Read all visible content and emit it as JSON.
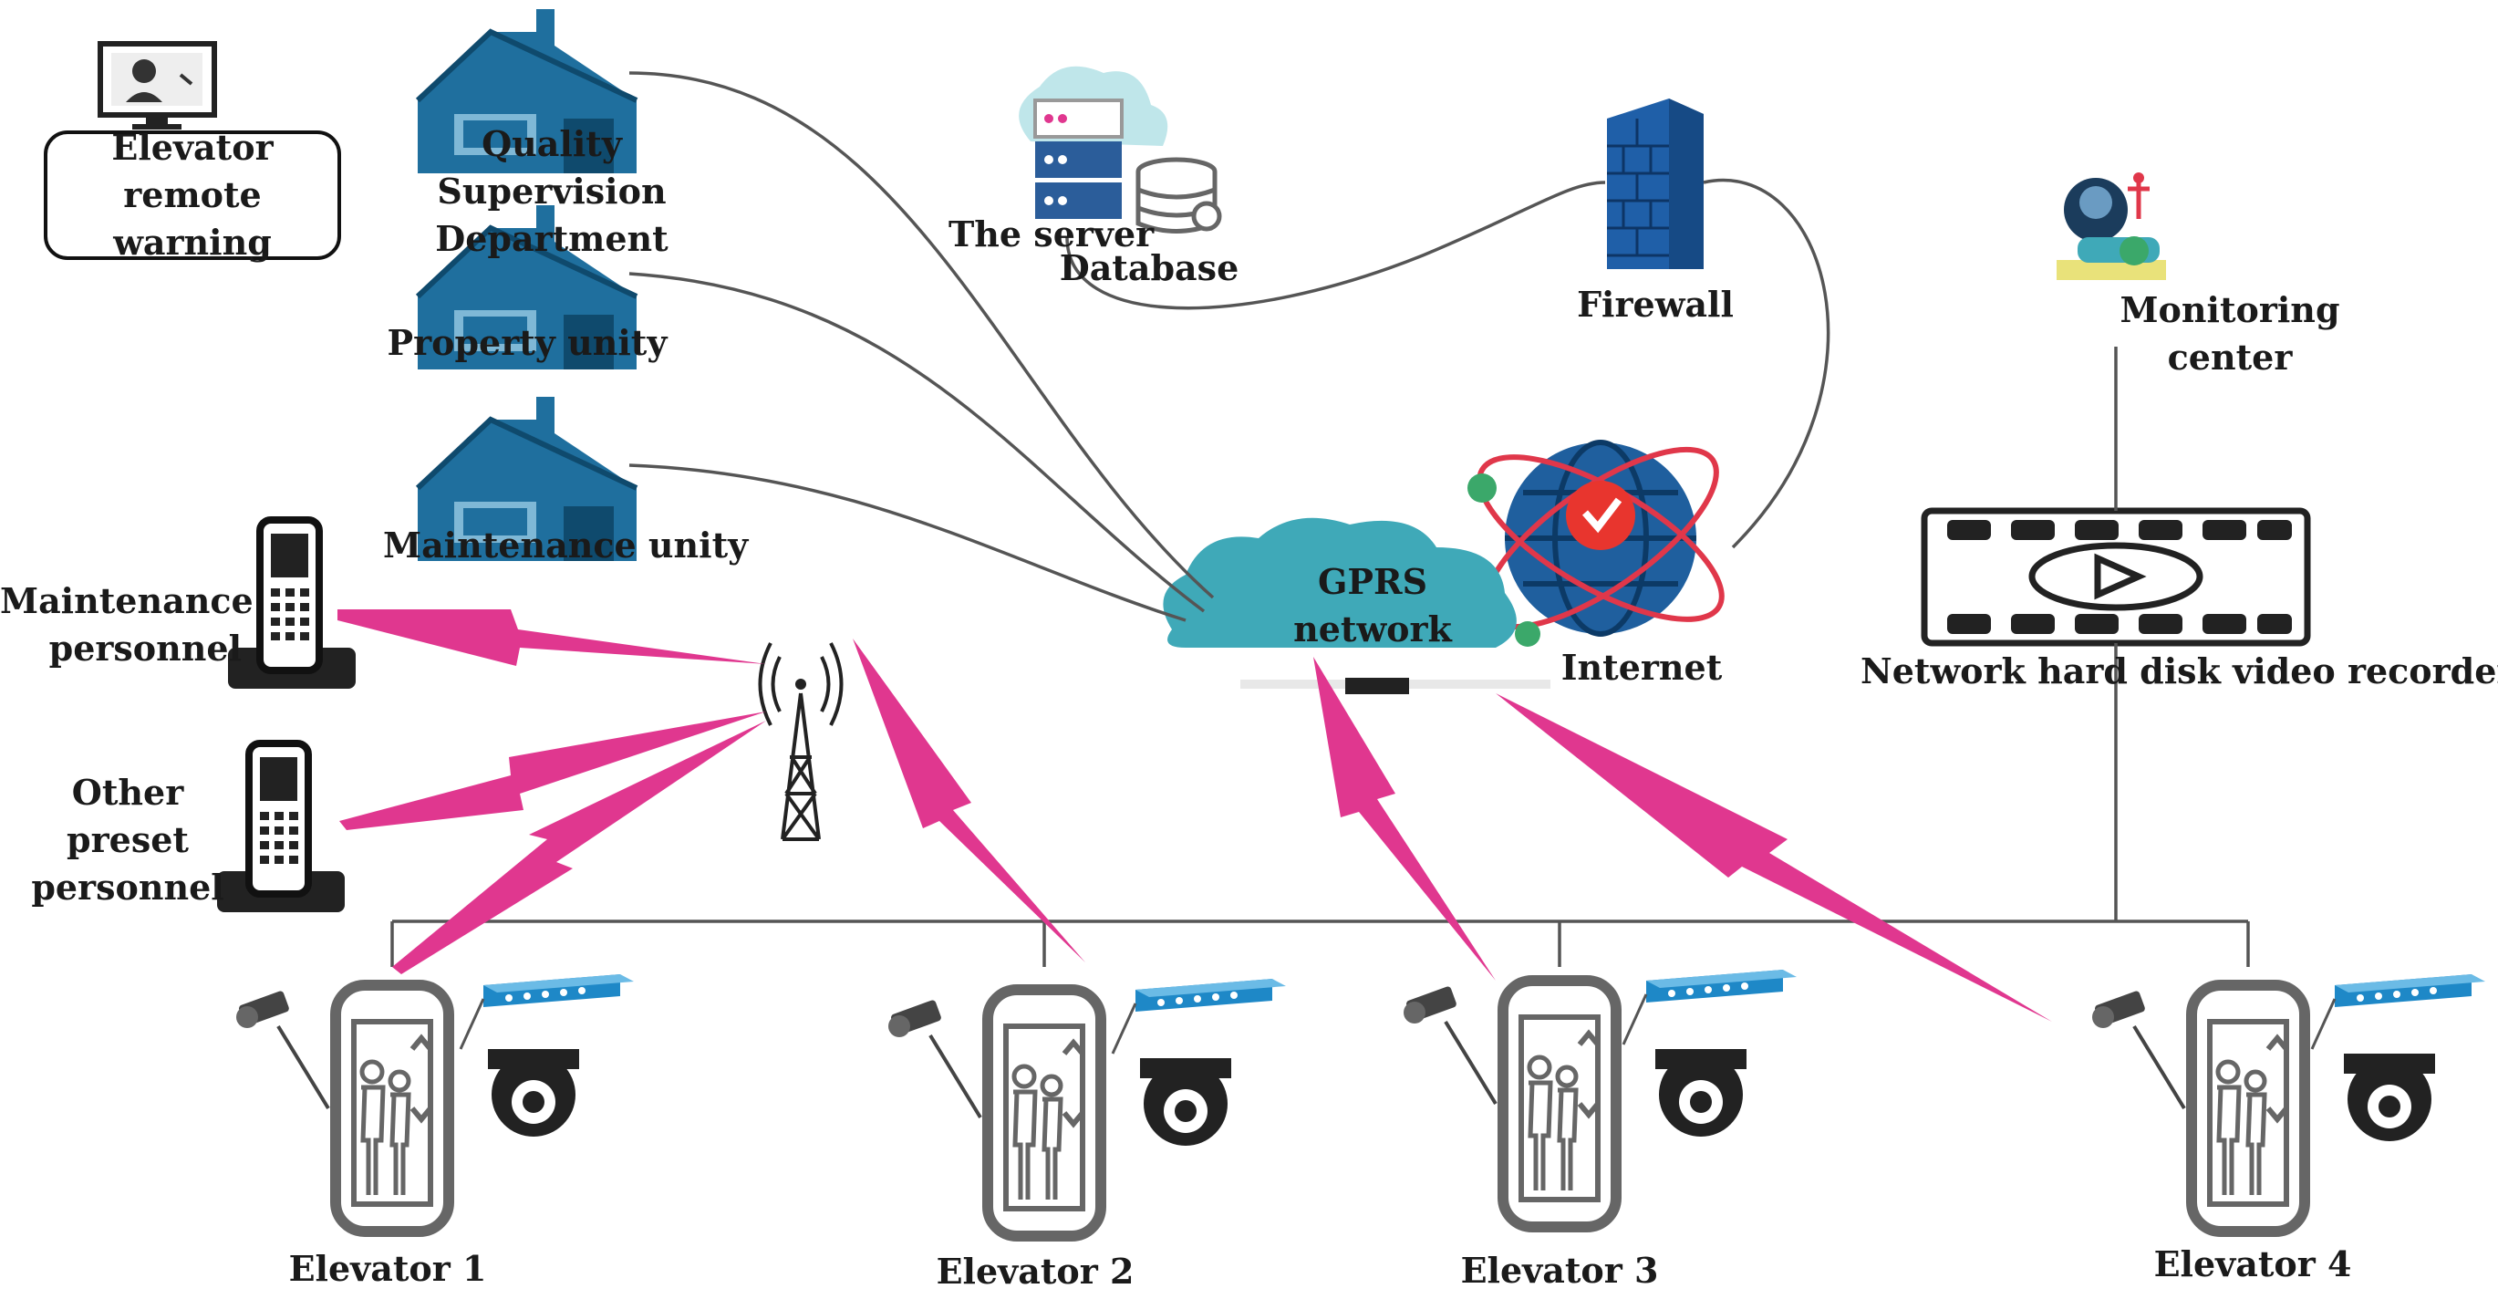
{
  "labels": {
    "remote_warning": "Elevator remote\nwarning",
    "quality_dept": "Quality Supervision\nDepartment",
    "property_unity": "Property unity",
    "maintenance_unity": "Maintenance unity",
    "maintenance_personnel": "Maintenance\npersonnel",
    "other_personnel": "Other\npreset\npersonnel",
    "server": "The server",
    "database": "Database",
    "firewall": "Firewall",
    "gprs_network": "GPRS\nnetwork",
    "internet": "Internet",
    "monitoring_center": "Monitoring\ncenter",
    "nvr": "Network hard disk video recorder",
    "elevator_1": "Elevator 1",
    "elevator_2": "Elevator 2",
    "elevator_3": "Elevator 3",
    "elevator_4": "Elevator 4"
  },
  "colors": {
    "line": "#555555",
    "signal": "#e0378f",
    "house": "#1f6f9e",
    "cloud": "#3fa9b8",
    "firewall": "#1f5fa8",
    "elevator": "#666666",
    "camera": "#222222",
    "switch": "#1e88c7"
  },
  "icons": {
    "remote_warning": "monitor-with-person-icon",
    "houses": "house-icon",
    "phones": "desk-phone-icon",
    "tower": "signal-tower-icon",
    "server": "server-stack-icon",
    "database": "database-icon",
    "firewall": "brick-wall-icon",
    "internet": "globe-icon",
    "monitoring_center": "monitoring-robot-icon",
    "nvr": "video-recorder-icon",
    "elevators": "elevator-car-icon",
    "cameras": "dome-camera-icon"
  }
}
